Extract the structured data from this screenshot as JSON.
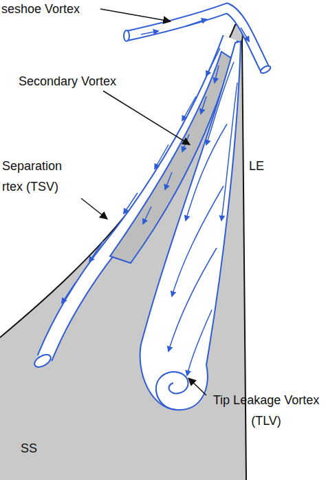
{
  "diagram": {
    "labels": [
      "seshoe Vortex",
      "Secondary Vortex",
      "Separation rtex (TSV)",
      "LE",
      "SS",
      "Tip Leakage Vortex (TLV)"
    ]
  }
}
